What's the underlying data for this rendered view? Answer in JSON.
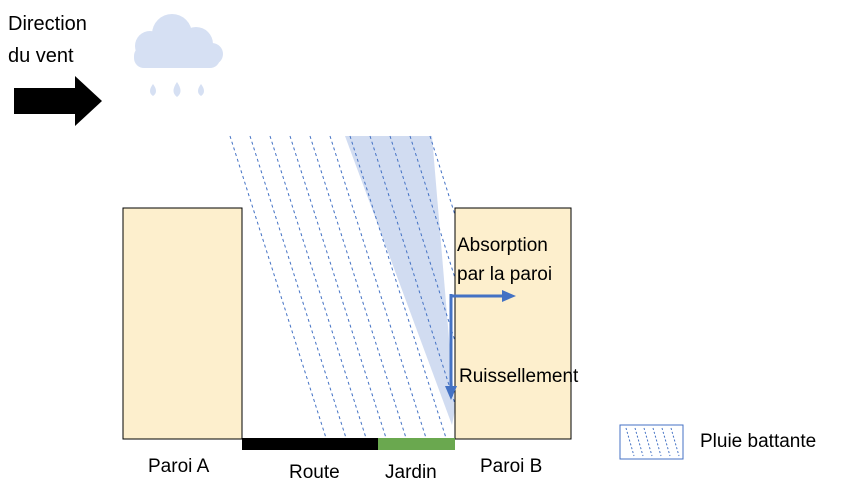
{
  "wind": {
    "label_line1": "Direction",
    "label_line2": "du vent"
  },
  "labels": {
    "wall_a": "Paroi A",
    "road": "Route",
    "garden": "Jardin",
    "wall_b": "Paroi B",
    "absorption_line1": "Absorption",
    "absorption_line2": "par la paroi",
    "runoff": "Ruissellement"
  },
  "legend": {
    "label": "Pluie battante"
  },
  "colors": {
    "wall_fill": "#fdefcd",
    "wall_stroke": "#000000",
    "road": "#000000",
    "garden": "#6aa84f",
    "rain_band": "#c9d6ef",
    "rain_line": "#4472c4",
    "arrow": "#4472c4",
    "wind_arrow": "#000000",
    "cloud": "#d6e0f3"
  },
  "icons": {
    "wind_arrow": "arrow-right-icon",
    "cloud": "rain-cloud-icon"
  }
}
